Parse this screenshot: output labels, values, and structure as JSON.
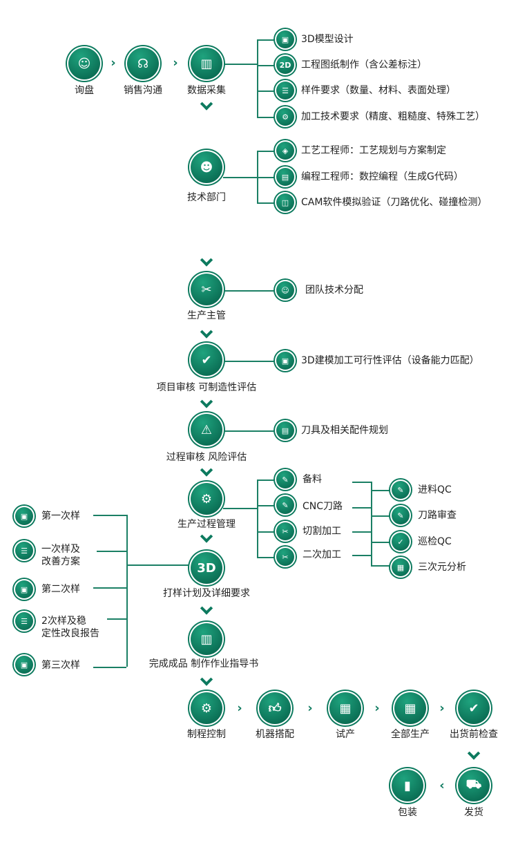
{
  "colors": {
    "primary": "#0d7a5f",
    "line": "#1a7f64"
  },
  "top": [
    {
      "label": "询盘",
      "icon": "user-chat-icon"
    },
    {
      "label": "销售沟通",
      "icon": "headset-icon"
    },
    {
      "label": "数据采集",
      "icon": "bar-chart-icon"
    }
  ],
  "data_branch": [
    {
      "label": "3D模型设计",
      "icon": "cube-3d-icon"
    },
    {
      "label": "工程图纸制作（含公差标注）",
      "icon": "2d-icon"
    },
    {
      "label": "样件要求（数量、材料、表面处理）",
      "icon": "checklist-icon"
    },
    {
      "label": "加工技术要求（精度、粗糙度、特殊工艺）",
      "icon": "gear-icon"
    }
  ],
  "tech": {
    "label": "技术部门",
    "branch": [
      {
        "label": "工艺工程师：工艺规划与方案制定",
        "icon": "process-icon"
      },
      {
        "label": "编程工程师：数控编程（生成G代码）",
        "icon": "code-icon"
      },
      {
        "label": "CAM软件模拟验证（刀路优化、碰撞检测）",
        "icon": "cube-icon"
      }
    ]
  },
  "manager": {
    "label": "生产主管",
    "branch": "团队技术分配"
  },
  "review": {
    "label": "项目审核 可制造性评估",
    "branch": "3D建模加工可行性评估（设备能力匹配）"
  },
  "risk": {
    "label": "过程审核 风险评估",
    "branch": "刀具及相关配件规划"
  },
  "process": {
    "label": "生产过程管理",
    "branch": [
      "备料",
      "CNC刀路",
      "切割加工",
      "二次加工"
    ],
    "qc": [
      "进料QC",
      "刀路审查",
      "巡检QC",
      "三次元分析"
    ]
  },
  "sample": {
    "label": "打样计划及详细要求",
    "branch": [
      "第一次样",
      "一次样及\n改善方案",
      "第二次样",
      "2次样及稳\n定性改良报告",
      "第三次样"
    ]
  },
  "finish": {
    "label": "完成成品 制作作业指导书"
  },
  "bottom": [
    "制程控制",
    "机器搭配",
    "试产",
    "全部生产",
    "出货前检查"
  ],
  "ship": [
    "发货",
    "包装"
  ],
  "glyphs": {
    "2d": "2D",
    "3d": "3D",
    "arrow_right": "›",
    "arrow_left": "‹"
  }
}
